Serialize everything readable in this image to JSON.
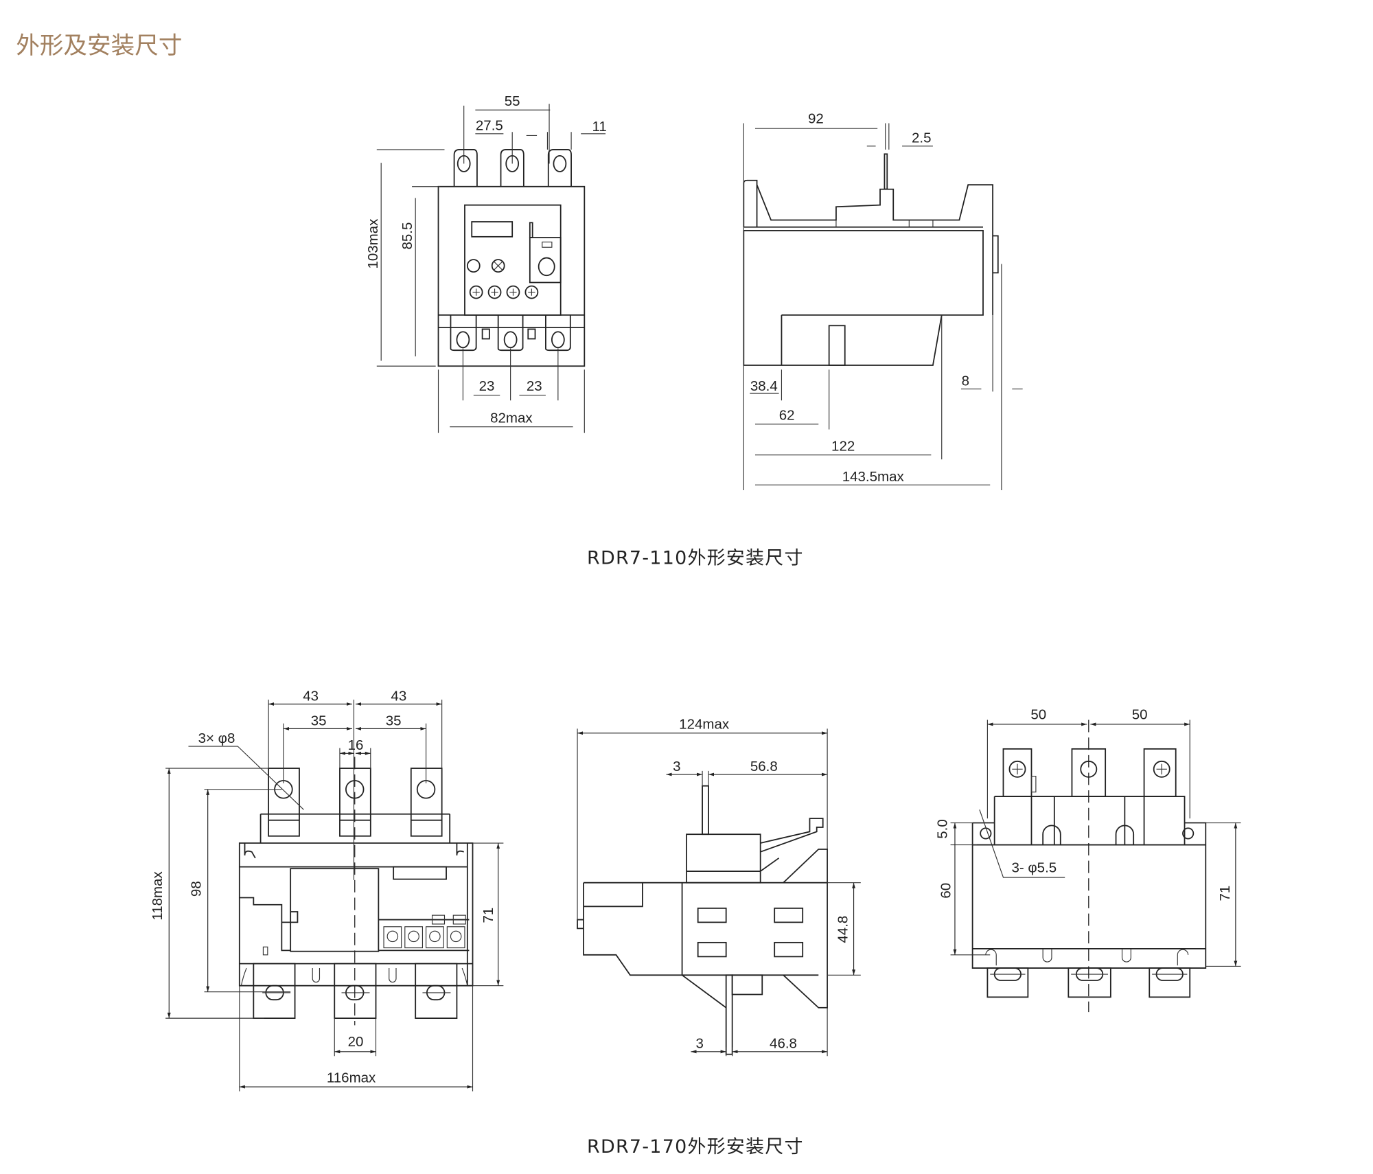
{
  "page_title": "外形及安装尺寸",
  "rdr7_110": {
    "caption": "RDR7-110外形安装尺寸",
    "front": {
      "d55": "55",
      "d27_5": "27.5",
      "d11": "11",
      "d103max": "103max",
      "d85_5": "85.5",
      "d23a": "23",
      "d23b": "23",
      "d82max": "82max"
    },
    "side": {
      "d92": "92",
      "d2_5": "2.5",
      "d38_4": "38.4",
      "d62": "62",
      "d122": "122",
      "d143_5max": "143.5max",
      "d8": "8"
    }
  },
  "rdr7_170": {
    "caption": "RDR7-170外形安装尺寸",
    "front": {
      "d43a": "43",
      "d43b": "43",
      "d35a": "35",
      "d35b": "35",
      "d16": "16",
      "hole": "3× φ8",
      "d118max": "118max",
      "d98": "98",
      "d71": "71",
      "d20": "20",
      "d116max": "116max"
    },
    "side": {
      "d124max": "124max",
      "d3a": "3",
      "d56_8": "56.8",
      "d44_8": "44.8",
      "d3b": "3",
      "d46_8": "46.8"
    },
    "mount": {
      "d50a": "50",
      "d50b": "50",
      "d5_0": "5.0",
      "d60": "60",
      "hole": "3- φ5.5",
      "d71": "71"
    }
  }
}
